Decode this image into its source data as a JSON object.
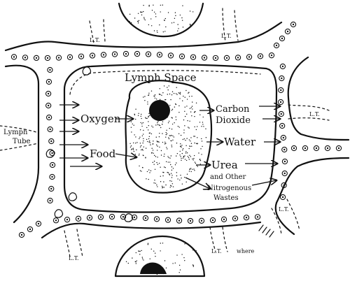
{
  "labels": {
    "lymph_space": "Lymph Space",
    "oxygen": "Oxygen",
    "food": "Food",
    "carbon": "Carbon",
    "dioxide": "Dioxide",
    "water": "Water",
    "urea": "Urea",
    "and_other": "and Other",
    "nitrogenous": "Nitrogenous",
    "wastes": "Wastes",
    "lymph": "Lymph",
    "tube": "Tube",
    "lt": "L.T.",
    "where": "where"
  }
}
